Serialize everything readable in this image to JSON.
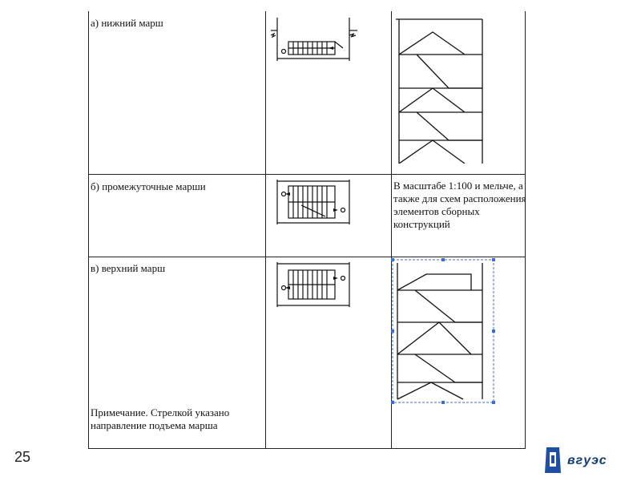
{
  "table": {
    "rows": [
      {
        "label": "а) нижний марш"
      },
      {
        "label": "б) промежуточные марши",
        "scale_note": "В масштабе 1:100 и мельче, а также для схем расположения элементов сборных конструкций"
      },
      {
        "label": "в) верхний марш"
      }
    ],
    "note": "Примечание. Стрелкой указано направление подъема марша"
  },
  "page": {
    "number": "25"
  },
  "logo": {
    "text": "вгуэс",
    "icon": "university-emblem-icon"
  }
}
